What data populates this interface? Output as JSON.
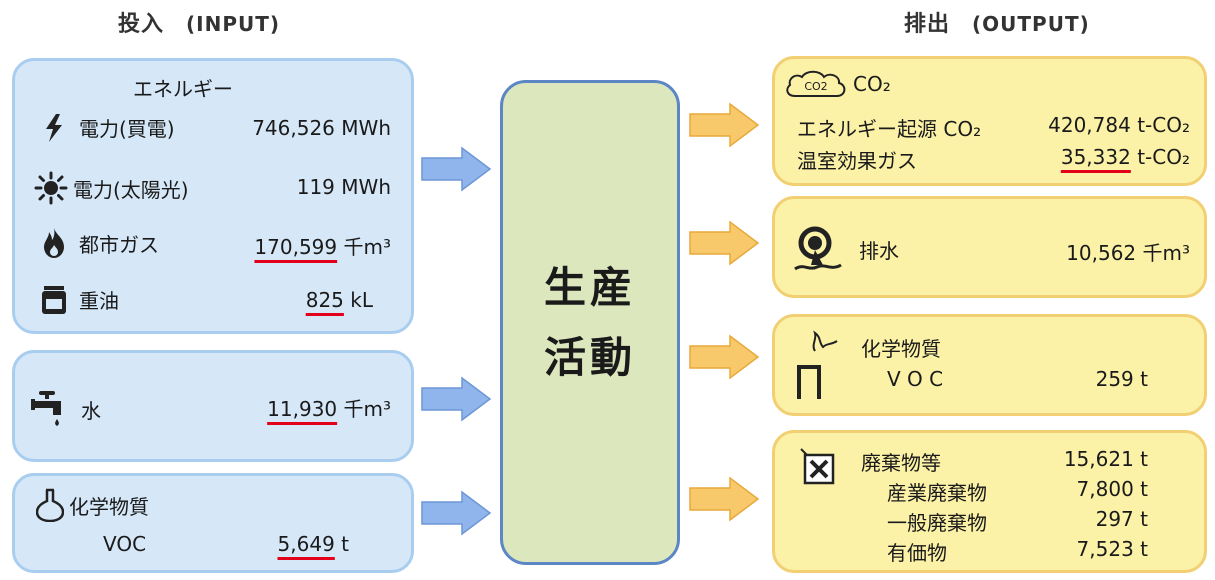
{
  "headers": {
    "input_main": "投入",
    "input_sub": "(INPUT)",
    "output_main": "排出",
    "output_sub": "(OUTPUT)"
  },
  "center": {
    "line1": "生産",
    "line2": "活動"
  },
  "input": {
    "energy": {
      "title": "エネルギー",
      "items": [
        {
          "icon": "lightning-icon",
          "label": "電力(買電)",
          "value": "746,526",
          "unit": "MWh",
          "underlined": false
        },
        {
          "icon": "sun-icon",
          "label": "電力(太陽光)",
          "value": "119",
          "unit": "MWh",
          "underlined": false
        },
        {
          "icon": "flame-icon",
          "label": "都市ガス",
          "value": "170,599",
          "unit": "千m³",
          "underlined": true
        },
        {
          "icon": "oil-drum-icon",
          "label": "重油",
          "value": "825",
          "unit": "kL",
          "underlined": true
        }
      ]
    },
    "water": {
      "icon": "faucet-icon",
      "label": "水",
      "value": "11,930",
      "unit": "千m³",
      "underlined": true
    },
    "chemical": {
      "icon": "flask-icon",
      "title": "化学物質",
      "label": "VOC",
      "value": "5,649",
      "unit": "t",
      "underlined": true
    }
  },
  "output": {
    "co2": {
      "icon": "co2-cloud-icon",
      "cloud_text": "CO2",
      "title": "CO₂",
      "rows": [
        {
          "label": "エネルギー起源 CO₂",
          "value": "420,784",
          "unit": "t-CO₂",
          "underlined": false
        },
        {
          "label": "温室効果ガス",
          "value": "35,332",
          "unit": "t-CO₂",
          "underlined": true
        }
      ]
    },
    "wastewater": {
      "icon": "drain-pipe-icon",
      "label": "排水",
      "value": "10,562",
      "unit": "千m³"
    },
    "chemical": {
      "icon": "chimney-icon",
      "title": "化学物質",
      "label": "V O C",
      "value": "259",
      "unit": "t"
    },
    "waste": {
      "icon": "waste-bin-icon",
      "rows": [
        {
          "label": "廃棄物等",
          "value": "15,621",
          "unit": "t"
        },
        {
          "label": "産業廃棄物",
          "value": "7,800",
          "unit": "t"
        },
        {
          "label": "一般廃棄物",
          "value": "297",
          "unit": "t"
        },
        {
          "label": "有価物",
          "value": "7,523",
          "unit": "t"
        }
      ]
    }
  },
  "colors": {
    "input_fill": "#d6e8f8",
    "output_fill": "#fbf2a8",
    "center_fill": "#dde7be",
    "in_arrow": "#8fb5ec",
    "out_arrow": "#f7c96a",
    "underline": "#e3001b"
  }
}
